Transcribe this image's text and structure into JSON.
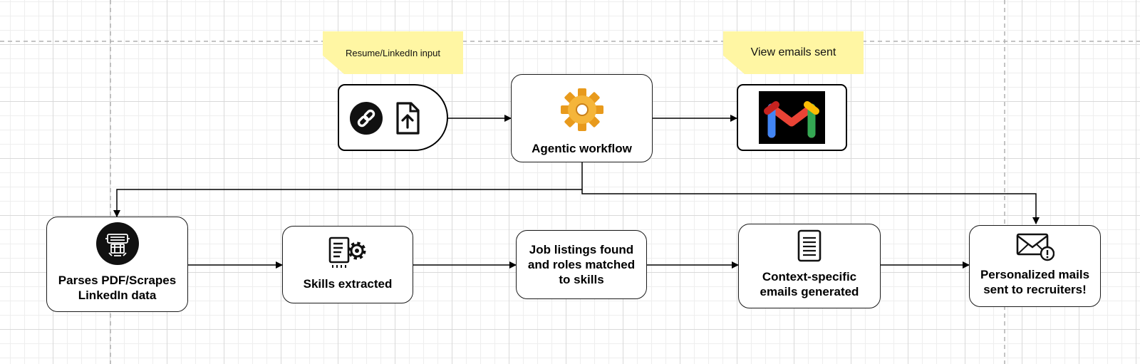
{
  "notes": {
    "input": "Resume/LinkedIn input",
    "output": "View emails sent"
  },
  "nodes": {
    "agentic_workflow": "Agentic workflow",
    "parse_line1": "Parses PDF/Scrapes",
    "parse_line2": "LinkedIn data",
    "skills": "Skills extracted",
    "jobs_line1": "Job listings found",
    "jobs_line2": "and roles matched",
    "jobs_line3": "to skills",
    "emails_line1": "Context-specific",
    "emails_line2": "emails generated",
    "mails_line1": "Personalized mails",
    "mails_line2": "sent to recruiters!"
  },
  "icons": {
    "input": [
      "link-icon",
      "file-upload-icon"
    ],
    "workflow": "gear-icon",
    "output": "gmail-logo-icon",
    "parse": "scraper-icon",
    "skills": "document-gear-icon",
    "emails": "document-icon",
    "mails": "envelope-icon"
  },
  "colors": {
    "note_fill": "#fff6a3",
    "gear": "#f5b53a",
    "gmail_red": "#ea4335",
    "gmail_blue": "#4285f4",
    "gmail_green": "#34a853",
    "gmail_yellow": "#fbbc04"
  }
}
